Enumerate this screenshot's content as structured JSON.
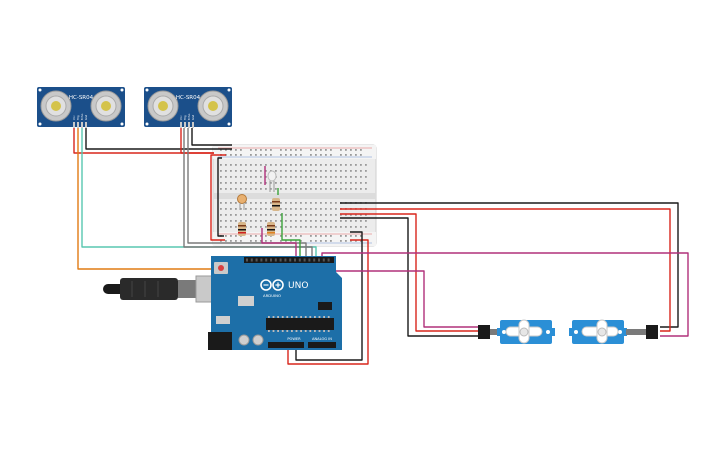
{
  "sensors": [
    {
      "label": "HC-SR04",
      "pins": [
        "Vcc",
        "Trig",
        "Echo",
        "Gnd"
      ]
    },
    {
      "label": "HC-SR04",
      "pins": [
        "Vcc",
        "Trig",
        "Echo",
        "Gnd"
      ]
    }
  ],
  "arduino": {
    "logo": "UNO",
    "brand": "ARDUINO",
    "power_label": "POWER",
    "analog_label": "ANALOG IN"
  },
  "colors": {
    "wire_red": "#d9261c",
    "wire_black": "#1a1a1a",
    "wire_magenta": "#b0307a",
    "wire_orange": "#e07b14",
    "wire_teal": "#59c7b0",
    "wire_gray": "#7a7a7a",
    "wire_green": "#3aa33a",
    "board_blue": "#1d6fa8",
    "sensor_blue": "#1b4f8a",
    "servo_blue": "#2b8fd6"
  },
  "icons": [
    "usb-cable-icon",
    "power-jack-icon",
    "ic-chip-icon",
    "reset-button-icon"
  ]
}
